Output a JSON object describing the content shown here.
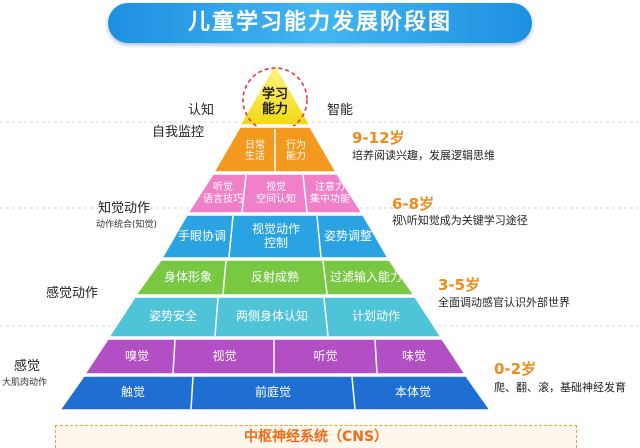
{
  "title": "儿童学习能力发展阶段图",
  "left_labels": {
    "cognition": "认知",
    "self_monitor": "自我监控",
    "perceptual_action": "知觉动作",
    "perceptual_action_sub": "动作统合(知觉)",
    "sensory_action": "感觉动作",
    "sensation": "感觉",
    "sensation_sub": "大肌肉动作"
  },
  "top_right_label": "智能",
  "apex": "学习\n能力",
  "levels": {
    "l1": [
      "日常\n生活",
      "行为\n能力"
    ],
    "l2": [
      "听觉\n语言技巧",
      "视觉\n空间认知",
      "注意力\n集中功能"
    ],
    "l3": [
      "手眼协调",
      "视觉动作\n控制",
      "姿势调整"
    ],
    "l4": [
      "身体形象",
      "反射成熟",
      "过滤输入能力"
    ],
    "l5": [
      "姿势安全",
      "两侧身体认知",
      "计划动作"
    ],
    "l6": [
      "嗅觉",
      "视觉",
      "听觉",
      "味觉"
    ],
    "l7": [
      "触觉",
      "前庭觉",
      "本体觉"
    ]
  },
  "stages": [
    {
      "age": "9-12岁",
      "desc": "培养阅读兴趣，发展逻辑思维"
    },
    {
      "age": "6-8岁",
      "desc": "视\\听知觉成为关键学习途径"
    },
    {
      "age": "3-5岁",
      "desc": "全面调动感官认识外部世界"
    },
    {
      "age": "0-2岁",
      "desc": "爬、翻、滚，基础神经发育"
    }
  ],
  "base": "中枢神经系统（CNS）",
  "colors": {
    "apex": "#f5e71a",
    "l1": "#f39a1e",
    "l2": "#f081c8",
    "l3": "#2aa3e3",
    "l4": "#79c843",
    "l5": "#4fc3d8",
    "l6": "#b24fc5",
    "l7": "#1e6fd1",
    "age": "#f08a1c",
    "cns": "#ef6c1a"
  }
}
